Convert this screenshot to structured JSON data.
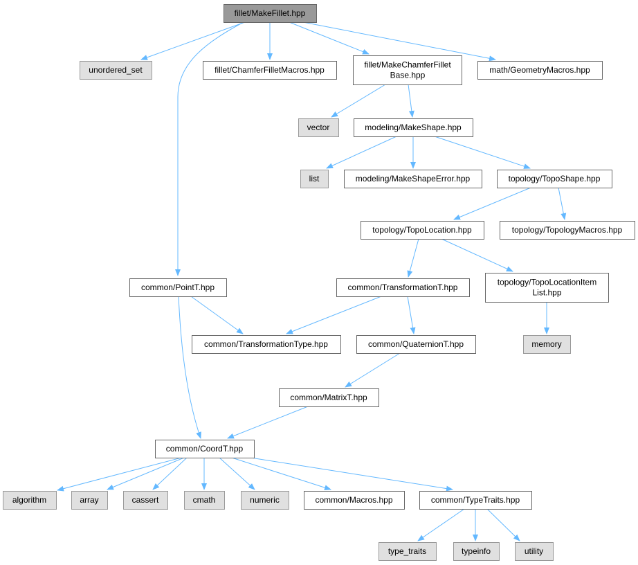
{
  "colors": {
    "root_fill": "#999999",
    "root_stroke": "#666666",
    "file_fill": "#ffffff",
    "file_stroke": "#666666",
    "system_fill": "#e0e0e0",
    "system_stroke": "#999999",
    "edge": "#63b8ff"
  },
  "nodes": [
    {
      "id": "make-fillet",
      "lines": [
        "fillet/MakeFillet.hpp"
      ],
      "kind": "root"
    },
    {
      "id": "unordered-set",
      "lines": [
        "unordered_set"
      ],
      "kind": "system"
    },
    {
      "id": "chamfer-fillet-macros",
      "lines": [
        "fillet/ChamferFilletMacros.hpp"
      ],
      "kind": "file"
    },
    {
      "id": "make-chamfer-fillet-base",
      "lines": [
        "fillet/MakeChamferFillet",
        "Base.hpp"
      ],
      "kind": "file"
    },
    {
      "id": "geometry-macros",
      "lines": [
        "math/GeometryMacros.hpp"
      ],
      "kind": "file"
    },
    {
      "id": "vector",
      "lines": [
        "vector"
      ],
      "kind": "system"
    },
    {
      "id": "make-shape",
      "lines": [
        "modeling/MakeShape.hpp"
      ],
      "kind": "file"
    },
    {
      "id": "list",
      "lines": [
        "list"
      ],
      "kind": "system"
    },
    {
      "id": "make-shape-error",
      "lines": [
        "modeling/MakeShapeError.hpp"
      ],
      "kind": "file"
    },
    {
      "id": "topo-shape",
      "lines": [
        "topology/TopoShape.hpp"
      ],
      "kind": "file"
    },
    {
      "id": "topo-location",
      "lines": [
        "topology/TopoLocation.hpp"
      ],
      "kind": "file"
    },
    {
      "id": "topology-macros",
      "lines": [
        "topology/TopologyMacros.hpp"
      ],
      "kind": "file"
    },
    {
      "id": "point-t",
      "lines": [
        "common/PointT.hpp"
      ],
      "kind": "file"
    },
    {
      "id": "transformation-t",
      "lines": [
        "common/TransformationT.hpp"
      ],
      "kind": "file"
    },
    {
      "id": "topo-location-item-list",
      "lines": [
        "topology/TopoLocationItem",
        "List.hpp"
      ],
      "kind": "file"
    },
    {
      "id": "transformation-type",
      "lines": [
        "common/TransformationType.hpp"
      ],
      "kind": "file"
    },
    {
      "id": "quaternion-t",
      "lines": [
        "common/QuaternionT.hpp"
      ],
      "kind": "file"
    },
    {
      "id": "memory",
      "lines": [
        "memory"
      ],
      "kind": "system"
    },
    {
      "id": "matrix-t",
      "lines": [
        "common/MatrixT.hpp"
      ],
      "kind": "file"
    },
    {
      "id": "coord-t",
      "lines": [
        "common/CoordT.hpp"
      ],
      "kind": "file"
    },
    {
      "id": "algorithm",
      "lines": [
        "algorithm"
      ],
      "kind": "system"
    },
    {
      "id": "array",
      "lines": [
        "array"
      ],
      "kind": "system"
    },
    {
      "id": "cassert",
      "lines": [
        "cassert"
      ],
      "kind": "system"
    },
    {
      "id": "cmath",
      "lines": [
        "cmath"
      ],
      "kind": "system"
    },
    {
      "id": "numeric",
      "lines": [
        "numeric"
      ],
      "kind": "system"
    },
    {
      "id": "common-macros",
      "lines": [
        "common/Macros.hpp"
      ],
      "kind": "file"
    },
    {
      "id": "type-traits-hpp",
      "lines": [
        "common/TypeTraits.hpp"
      ],
      "kind": "file"
    },
    {
      "id": "type-traits",
      "lines": [
        "type_traits"
      ],
      "kind": "system"
    },
    {
      "id": "typeinfo",
      "lines": [
        "typeinfo"
      ],
      "kind": "system"
    },
    {
      "id": "utility",
      "lines": [
        "utility"
      ],
      "kind": "system"
    }
  ],
  "edges": [
    [
      "make-fillet",
      "unordered-set"
    ],
    [
      "make-fillet",
      "point-t"
    ],
    [
      "make-fillet",
      "chamfer-fillet-macros"
    ],
    [
      "make-fillet",
      "make-chamfer-fillet-base"
    ],
    [
      "make-fillet",
      "geometry-macros"
    ],
    [
      "make-chamfer-fillet-base",
      "vector"
    ],
    [
      "make-chamfer-fillet-base",
      "make-shape"
    ],
    [
      "make-shape",
      "list"
    ],
    [
      "make-shape",
      "make-shape-error"
    ],
    [
      "make-shape",
      "topo-shape"
    ],
    [
      "topo-shape",
      "topo-location"
    ],
    [
      "topo-shape",
      "topology-macros"
    ],
    [
      "topo-location",
      "transformation-t"
    ],
    [
      "topo-location",
      "topo-location-item-list"
    ],
    [
      "topo-location-item-list",
      "memory"
    ],
    [
      "point-t",
      "transformation-type"
    ],
    [
      "point-t",
      "coord-t"
    ],
    [
      "transformation-t",
      "transformation-type"
    ],
    [
      "transformation-t",
      "quaternion-t"
    ],
    [
      "quaternion-t",
      "matrix-t"
    ],
    [
      "matrix-t",
      "coord-t"
    ],
    [
      "coord-t",
      "algorithm"
    ],
    [
      "coord-t",
      "array"
    ],
    [
      "coord-t",
      "cassert"
    ],
    [
      "coord-t",
      "cmath"
    ],
    [
      "coord-t",
      "numeric"
    ],
    [
      "coord-t",
      "common-macros"
    ],
    [
      "coord-t",
      "type-traits-hpp"
    ],
    [
      "type-traits-hpp",
      "type-traits"
    ],
    [
      "type-traits-hpp",
      "typeinfo"
    ],
    [
      "type-traits-hpp",
      "utility"
    ]
  ]
}
